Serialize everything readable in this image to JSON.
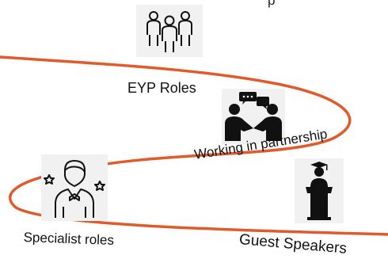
{
  "diagram": {
    "partial_heading": "p",
    "path_color": "#e05a2b",
    "nodes": [
      {
        "label": "EYP Roles",
        "icon": "team-people-icon"
      },
      {
        "label": "Working in partnership",
        "icon": "partnership-handshake-icon"
      },
      {
        "label": "Specialist roles",
        "icon": "specialist-person-icon"
      },
      {
        "label": "Guest Speakers",
        "icon": "lectern-speaker-icon"
      }
    ]
  }
}
